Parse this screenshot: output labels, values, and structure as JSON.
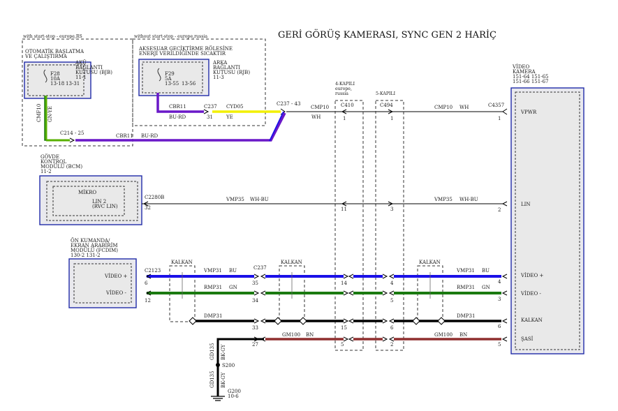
{
  "title": "GERİ GÖRÜŞ KAMERASI, SYNC GEN 2 HARİÇ",
  "colors": {
    "blue": "#1a10e8",
    "green": "#1b7a10",
    "black": "#000000",
    "brown": "#8f2f2f",
    "purple": "#6a18c8",
    "yellow": "#f2f000",
    "lime": "#58b000",
    "frame": "#1f2aa8"
  },
  "variants": {
    "with_ss": "with start-stop - europe,RS",
    "without_ss": "without start-stop - europe,russia"
  },
  "fuse1": {
    "title1": "OTOMATİK BAŞLATMA",
    "title2": "VE ÇALIŞTIRMA",
    "b1": "AKÜ",
    "b2": "BAĞLANTI",
    "b3": "KUTUSU (BJB)",
    "b4": "11-1",
    "name": "F28",
    "rating": "10A",
    "ref1": "13-18",
    "ref2": "13-31"
  },
  "fuse2": {
    "title1": "AKSESUAR GECİKTİRME RÖLESİNE",
    "title2": "ENERJİ VERİLDİĞİNDE SICAKTIR",
    "b1": "ARKA",
    "b2": "BAĞLANTI",
    "b3": "KUTUSU (RJB)",
    "b4": "11-3",
    "name": "F29",
    "rating": "5A",
    "ref1": "13-55",
    "ref2": "13-56"
  },
  "bcm": {
    "l1": "GÖVDE",
    "l2": "KONTROL",
    "l3": "MODÜLÜ (BCM)",
    "l4": "11-2",
    "inner1": "MİKRO",
    "inner2": "LIN 2",
    "inner3": "(RVC LIN)"
  },
  "fcdim": {
    "l1": "ÖN KUMANDA/",
    "l2": "EKRAN ARABİRİM",
    "l3": "MODÜLÜ (FCDIM)",
    "l4": "130-2   131-2",
    "video_plus": "VİDEO +",
    "video_minus": "VİDEO -"
  },
  "camera": {
    "l1": "VİDEO",
    "l2": "KAMERA",
    "r1": "151-64   151-65",
    "r2": "151-66   151-67",
    "pins": [
      "VPWR",
      "LIN",
      "VİDEO +",
      "VİDEO -",
      "KALKAN",
      "ŞASİ"
    ],
    "pinnums": [
      "1",
      "2",
      "4",
      "3",
      "6",
      "5"
    ]
  },
  "connectors": {
    "c4357": "C4357",
    "c410": "C410",
    "c410_a": "4-KAPILI",
    "c410_b": "europe,",
    "c410_c": "russia",
    "c494": "C494",
    "c494_a": "5-KAPILI",
    "c237_43": "C237 - 43",
    "c214_25": "C214 - 25",
    "c2280b": "C2280B",
    "c2123": "C2123",
    "c237": "C237",
    "c237_mid": "C237"
  },
  "circuits": {
    "cmf10": "CMF10",
    "gnye": "GN-YE",
    "cbr11_top": "CBR11",
    "burd_top": "BU-RD",
    "pin31": "31",
    "cyd05": "CYD05",
    "ye": "YE",
    "cbr11_bottom": "CBR11",
    "burd_bottom": "BU-RD",
    "cmp10_a": "CMP10",
    "wh_a": "WH",
    "cmp10_b": "CMP10",
    "wh_b": "WH",
    "vmp35_a": "VMP35",
    "whbu_a": "WH-BU",
    "vmp35_b": "VMP35",
    "whbu_b": "WH-BU",
    "vmp31_a": "VMP31",
    "bu_a": "BU",
    "vmp31_b": "VMP31",
    "bu_b": "BU",
    "rmp31_a": "RMP31",
    "gn_a": "GN",
    "rmp31_b": "RMP31",
    "gn_b": "GN",
    "dmp31_a": "DMP31",
    "dmp31_b": "DMP31",
    "gm100_a": "GM100",
    "bn_a": "BN",
    "gm100_b": "GM100",
    "bn_b": "BN",
    "gd135_a": "GD135",
    "bkgy_a": "BK-GY",
    "gd135_b": "GD135",
    "bkgy_b": "BK-GY",
    "s200": "S200",
    "g200": "G200",
    "g200_ref": "10-6"
  },
  "kalkan": [
    "KALKAN",
    "KALKAN",
    "KALKAN"
  ],
  "pins": {
    "p1a": "1",
    "p1b": "1",
    "p1c": "1",
    "p32": "32",
    "p11": "11",
    "p3": "3",
    "p6": "6",
    "p12": "12",
    "p35": "35",
    "p34": "34",
    "p33": "33",
    "p27": "27",
    "p14": "14",
    "p15": "15",
    "p5a": "5",
    "p4": "4",
    "p5b": "5",
    "p6b": "6",
    "p2": "2",
    "p31b": "31"
  }
}
